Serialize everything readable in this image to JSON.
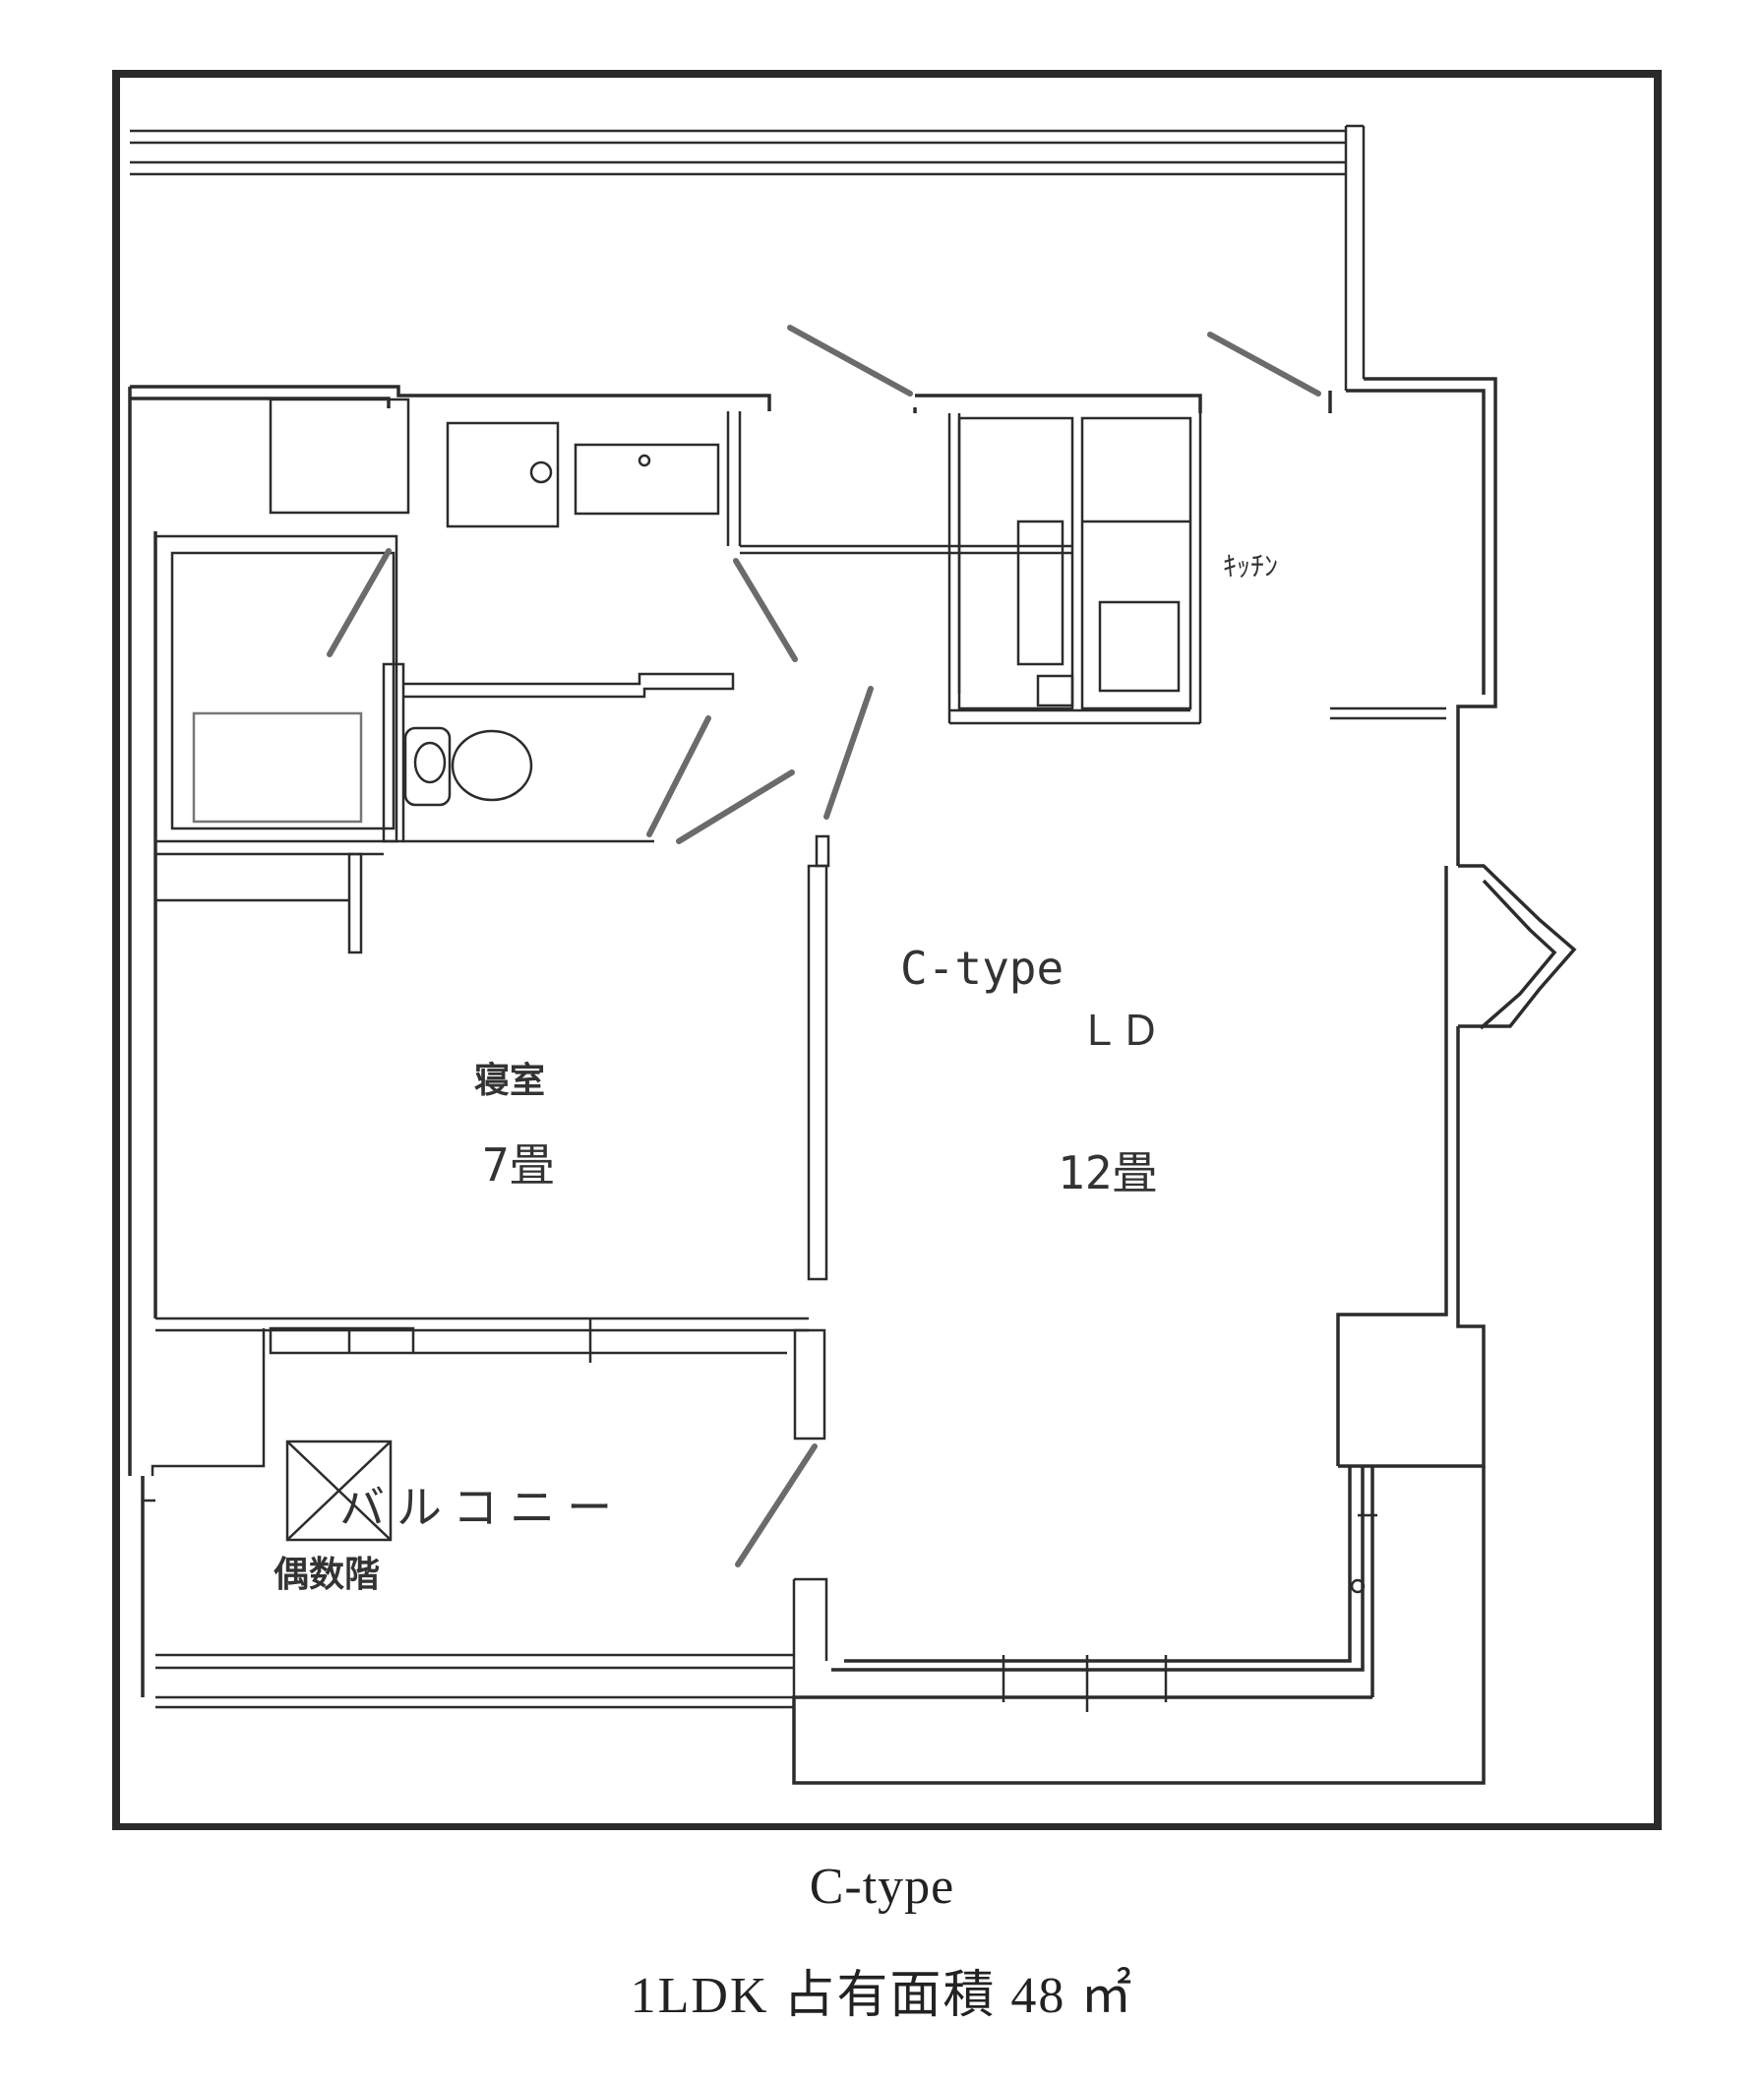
{
  "plan": {
    "type_label": "C-type",
    "kitchen_label": "ｷｯﾁﾝ",
    "bedroom": {
      "name": "寝室",
      "size": "7畳"
    },
    "living": {
      "name": "ＬＤ",
      "size": "12畳"
    },
    "balcony_label": "バルコニー",
    "stair_label": "偶数階"
  },
  "caption": {
    "line1": "C-type",
    "line2": "1LDK  占有面積 48 ㎡"
  }
}
